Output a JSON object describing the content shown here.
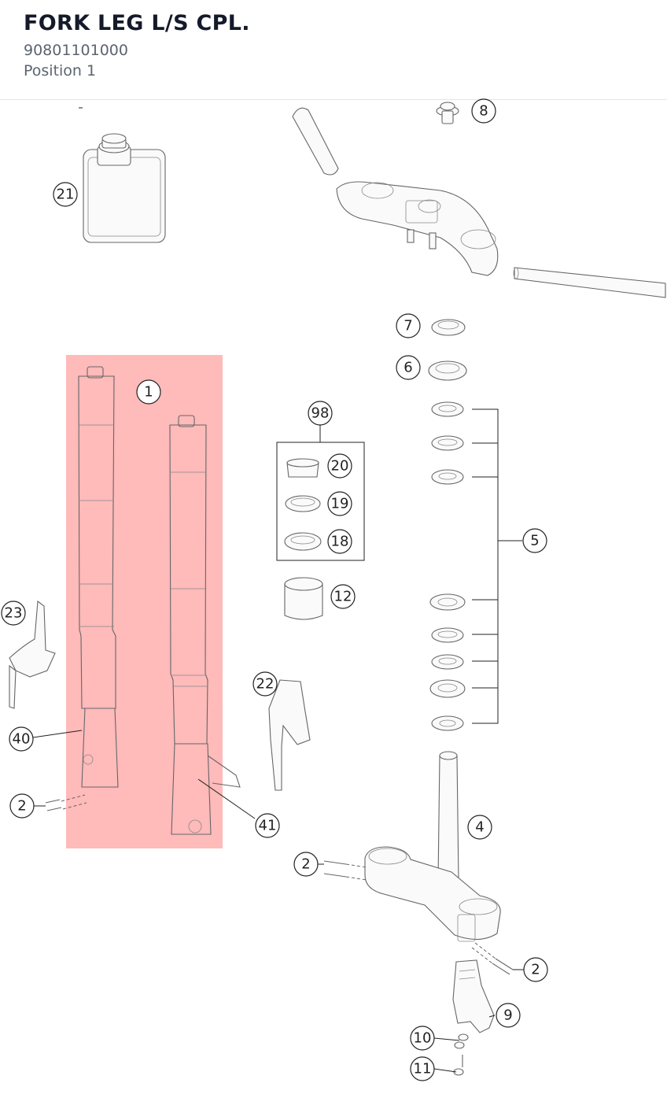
{
  "header": {
    "title": "FORK LEG L/S CPL.",
    "part_number": "90801101000",
    "position": "Position 1"
  },
  "highlight_color": "#ff8c8c",
  "callouts": {
    "c1": "1",
    "c2a": "2",
    "c2b": "2",
    "c2c": "2",
    "c4": "4",
    "c5": "5",
    "c6": "6",
    "c7": "7",
    "c8": "8",
    "c9": "9",
    "c10": "10",
    "c11": "11",
    "c12": "12",
    "c18": "18",
    "c19": "19",
    "c20": "20",
    "c21": "21",
    "c22": "22",
    "c23": "23",
    "c40": "40",
    "c41": "41",
    "c98": "98"
  }
}
